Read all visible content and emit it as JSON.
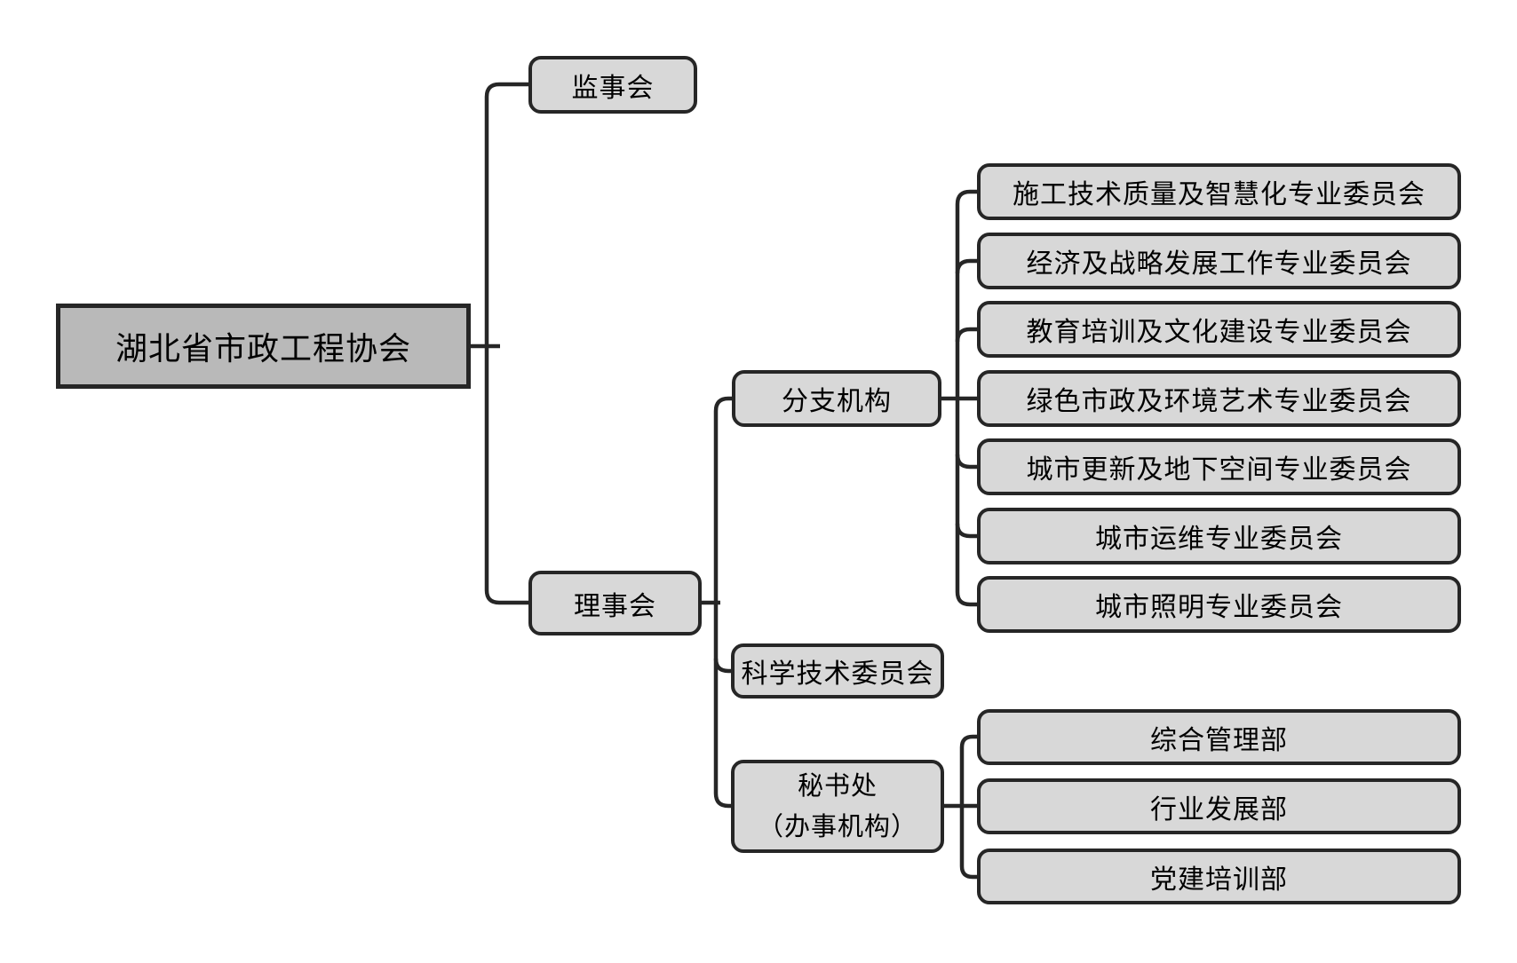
{
  "org_chart": {
    "root": {
      "label": "湖北省市政工程协会"
    },
    "supervisory_board": {
      "label": "监事会"
    },
    "council": {
      "label": "理事会"
    },
    "branch_org": {
      "label": "分支机构"
    },
    "sci_tech_committee": {
      "label": "科学技术委员会"
    },
    "secretariat": {
      "label_line1": "秘书处",
      "label_line2": "（办事机构）"
    },
    "committees": [
      {
        "label": "施工技术质量及智慧化专业委员会"
      },
      {
        "label": "经济及战略发展工作专业委员会"
      },
      {
        "label": "教育培训及文化建设专业委员会"
      },
      {
        "label": "绿色市政及环境艺术专业委员会"
      },
      {
        "label": "城市更新及地下空间专业委员会"
      },
      {
        "label": "城市运维专业委员会"
      },
      {
        "label": "城市照明专业委员会"
      }
    ],
    "departments": [
      {
        "label": "综合管理部"
      },
      {
        "label": "行业发展部"
      },
      {
        "label": "党建培训部"
      }
    ],
    "colors": {
      "root_fill": "#b9b9b9",
      "node_fill": "#d8d8d8",
      "border": "#262626",
      "line": "#262626",
      "background": "#ffffff"
    }
  }
}
